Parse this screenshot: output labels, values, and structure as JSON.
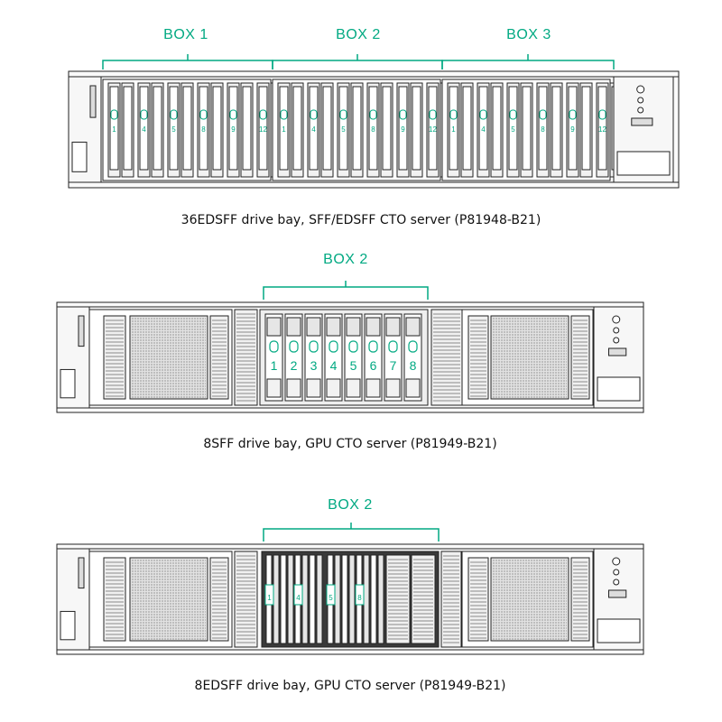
{
  "colors": {
    "accent": "#01a982",
    "line": "#222222",
    "fill": "#f4f4f4"
  },
  "diagrams": [
    {
      "caption": "36EDSFF drive bay, SFF/EDSFF CTO server (P81948-B21)",
      "boxes": [
        {
          "label": "BOX 1",
          "bay_numbers": [
            "1",
            "4",
            "5",
            "8",
            "9",
            "12"
          ]
        },
        {
          "label": "BOX 2",
          "bay_numbers": [
            "1",
            "4",
            "5",
            "8",
            "9",
            "12"
          ]
        },
        {
          "label": "BOX 3",
          "bay_numbers": [
            "1",
            "4",
            "5",
            "8",
            "9",
            "12"
          ]
        }
      ]
    },
    {
      "caption": "8SFF drive bay, GPU CTO server (P81949-B21)",
      "boxes": [
        {
          "label": "BOX 2",
          "bay_numbers": [
            "1",
            "2",
            "3",
            "4",
            "5",
            "6",
            "7",
            "8"
          ]
        }
      ]
    },
    {
      "caption": "8EDSFF drive bay, GPU CTO server (P81949-B21)",
      "boxes": [
        {
          "label": "BOX 2",
          "bay_numbers": [
            "1",
            "4",
            "5",
            "8"
          ]
        }
      ]
    }
  ]
}
